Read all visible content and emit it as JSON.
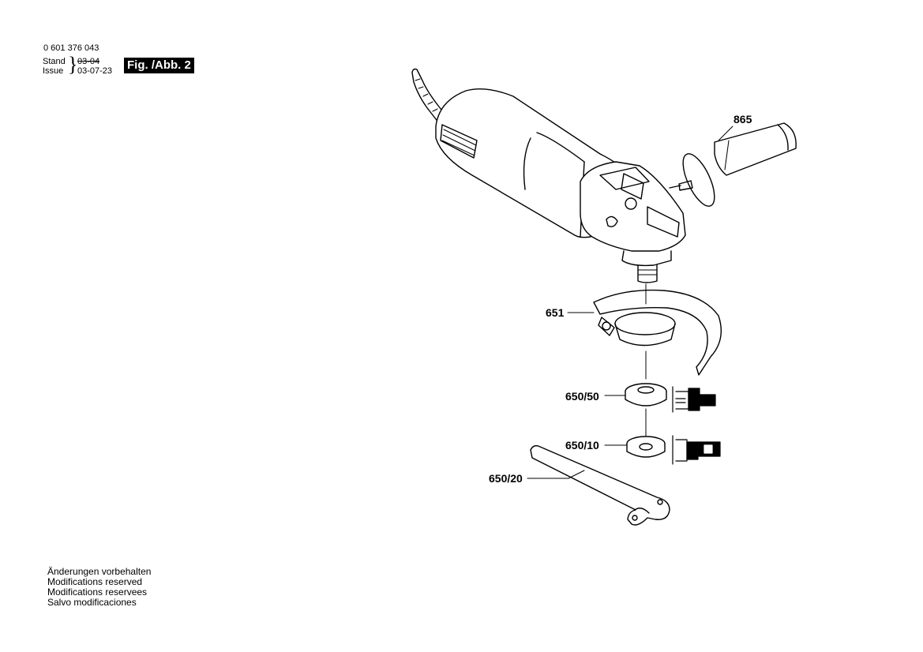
{
  "header": {
    "part_number": "0 601 376 043",
    "stand_label": "Stand",
    "issue_label": "Issue",
    "stand_value": "03-04",
    "issue_value": "03-07-23",
    "figure_label": "Fig. /Abb. 2"
  },
  "footer_notes": [
    "Änderungen vorbehalten",
    "Modifications reserved",
    "Modifications reservees",
    "Salvo modificaciones"
  ],
  "callouts": {
    "handle": "865",
    "guard": "651",
    "clamping_nut": "650/50",
    "flange": "650/10",
    "spanner": "650/20"
  }
}
